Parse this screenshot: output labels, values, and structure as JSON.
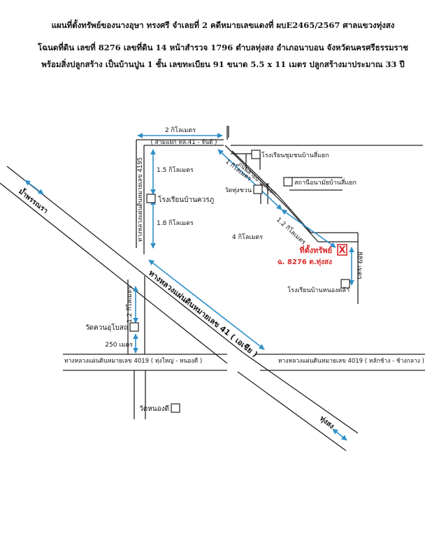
{
  "header": {
    "line1": "แผนที่ตั้งทรัพย์ของนางอุษา  ทรงศรี  จำเลยที่ 2  คดีหมายเลขแดงที่ ผบE2465/2567  ศาลแขวงทุ่งสง",
    "line2": "โฉนดที่ดิน เลขที่ 8276  เลขที่ดิน 14  หน้าสำรวจ 1796   ตำบลทุ่งสง  อำเภอนาบอน  จังหวัดนครศรีธรรมราช",
    "line3": "พร้อมสิ่งปลูกสร้าง เป็นบ้านปูน 1 ชั้น เลขทะเบียน 91 ขนาด 5.5 x 11 เมตร  ปลูกสร้างมาประมาณ 33 ปี"
  },
  "roads": {
    "road_4195_name": "ทางหลวงแผ่นดินหมายเลข 4195",
    "junction": "( สามแยก ทล.41 - จันดี )",
    "road_41_name": "ทางหลวงแผ่นดินหมายเลข 41 ( เอเชีย )",
    "road_4019_west": "ทางหลวงแผ่นดินหมายเลข 4019 ( ทุ่งใหญ่ - หนองดี )",
    "road_4019_east": "ทางหลวงแผ่นดินหมายเลข 4019 ( หลักช้าง - ช้างกลาง )",
    "village_road": "ถนนสายบ้านสี่แยก",
    "to_north": "ม้ำพรรณรา",
    "to_south": "ทุ่งสง"
  },
  "distances": {
    "top_2km": "2 กิโลเมตร",
    "d_1_5km": "1.5 กิโลเมตร",
    "d_1_8km": "1.8 กิโลเมตร",
    "d_1km": "1 กิโลเมตร",
    "d_1_2km_east": "1.2 กิโลเมตร",
    "d_4km": "4 กิโลเมตร",
    "d_1_2km_west": "1.2 กิโลเมตร",
    "d_250m": "250 เมตร",
    "d_889m": "889 เมตร"
  },
  "places": {
    "school_chumchon": "โรงเรียนชุมชนบ้านสี่แยก",
    "health_station": "สถานีอนามัยบ้านสี่แยก",
    "wat_thung_suan": "วัดทุ่งชวน",
    "school_khuan_phu": "โรงเรียนบ้านควรภู",
    "school_nong_khla": "โรงเรียนบ้านหนองคล้า",
    "wat_khuan_ubosot": "วัดควนอุโบสถ",
    "wat_nong_di": "วัดหนองดี"
  },
  "property": {
    "title": "ที่ตั้งทรัพย์",
    "deed": "ฉ. 8276  ต.ทุ่งสง",
    "marker": "X"
  },
  "colors": {
    "road": "#222222",
    "arrow": "#2f8fc8",
    "property": "#d92a2a"
  }
}
